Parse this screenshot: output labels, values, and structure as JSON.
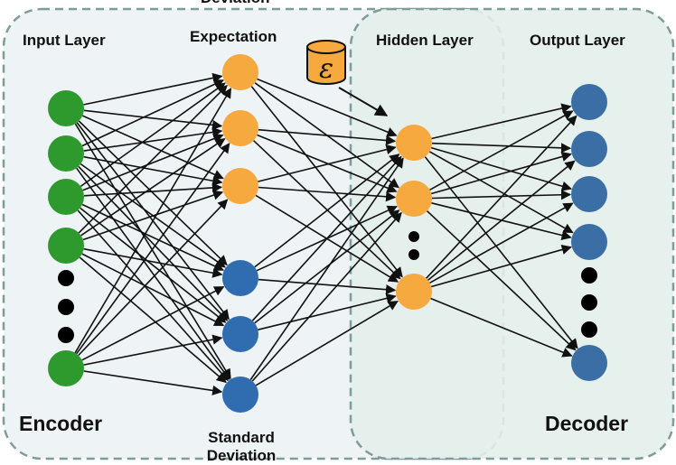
{
  "labels": {
    "top_cut": "Deviation",
    "input_layer": "Input Layer",
    "expectation": "Expectation",
    "hidden_layer": "Hidden Layer",
    "output_layer": "Output Layer",
    "encoder": "Encoder",
    "decoder": "Decoder",
    "std_line1": "Standard",
    "std_line2": "Deviation",
    "epsilon": "ε"
  },
  "colors": {
    "input_node": "#2e9a2e",
    "expectation_node": "#f5a93f",
    "stddev_node": "#2f6cb0",
    "hidden_node": "#f5a93f",
    "output_node": "#3a6ea5",
    "encoder_region": "#eef3f5",
    "decoder_region": "#e3eeea",
    "region_border": "#7e9c98",
    "edge": "#111111"
  },
  "icons": {
    "epsilon_source": "database-cylinder-icon"
  }
}
